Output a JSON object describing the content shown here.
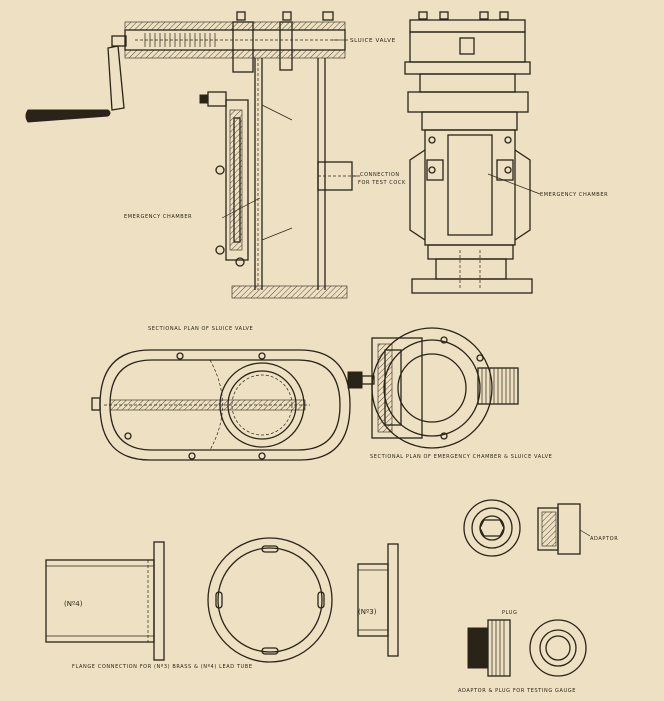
{
  "labels": {
    "sluice_valve": "SLUICE VALVE",
    "connection_line1": "CONNECTION",
    "connection_line2": "FOR TEST COCK",
    "emergency_chamber_left": "EMERGENCY CHAMBER",
    "emergency_chamber_right": "EMERGENCY CHAMBER",
    "sectional_plan_sluice": "SECTIONAL PLAN OF SLUICE VALVE",
    "sectional_plan_emergency": "SECTIONAL PLAN OF EMERGENCY CHAMBER & SLUICE VALVE",
    "adaptor": "ADAPTOR",
    "plug": "PLUG",
    "n4": "(Nº4)",
    "n3": "(Nº3)",
    "flange_caption": "FLANGE CONNECTION FOR (Nº3) BRASS & (Nº4) LEAD TUBE",
    "adaptor_caption": "ADAPTOR & PLUG FOR TESTING GAUGE"
  },
  "colors": {
    "paper": "#eee0c2",
    "ink": "#2a2418"
  }
}
